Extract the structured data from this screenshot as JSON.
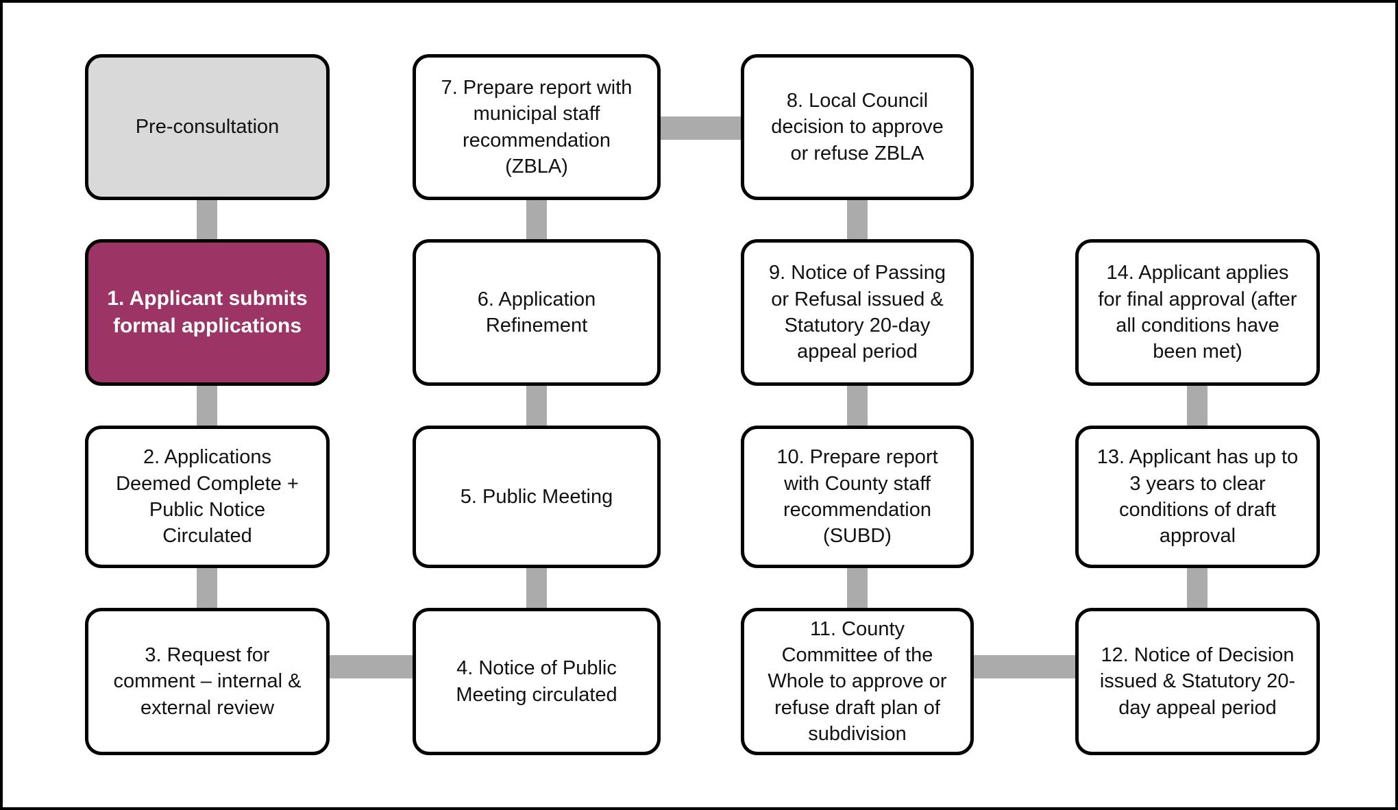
{
  "diagram": {
    "type": "flowchart",
    "description": "Planning application process flow: zoning by-law amendment (ZBLA) and plan of subdivision (SUBD) approval steps",
    "colors": {
      "background": "#FFFFFF",
      "frame_border": "#000000",
      "box_fill": "#FFFFFF",
      "box_border": "#000000",
      "pre_consultation_fill": "#D9D9D9",
      "highlight_fill": "#9C3465",
      "highlight_text": "#FFFFFF",
      "connector": "#ABABAB",
      "text": "#111111"
    },
    "boxes": [
      {
        "id": "pre",
        "label": "Pre-consultation",
        "style": "gray"
      },
      {
        "id": "1",
        "label": "1. Applicant submits formal applications",
        "style": "highlight"
      },
      {
        "id": "2",
        "label": "2. Applications Deemed Complete + Public Notice Circulated",
        "style": "default"
      },
      {
        "id": "3",
        "label": "3. Request for comment – internal & external review",
        "style": "default"
      },
      {
        "id": "4",
        "label": "4. Notice of Public Meeting circulated",
        "style": "default"
      },
      {
        "id": "5",
        "label": "5. Public Meeting",
        "style": "default"
      },
      {
        "id": "6",
        "label": "6. Application Refinement",
        "style": "default"
      },
      {
        "id": "7",
        "label": "7. Prepare report with municipal staff recommendation (ZBLA)",
        "style": "default"
      },
      {
        "id": "8",
        "label": "8. Local Council decision to approve or refuse ZBLA",
        "style": "default"
      },
      {
        "id": "9",
        "label": "9. Notice of Passing or Refusal issued & Statutory 20-day appeal period",
        "style": "default"
      },
      {
        "id": "10",
        "label": "10. Prepare report with County staff recommendation (SUBD)",
        "style": "default"
      },
      {
        "id": "11",
        "label": "11. County Committee of the Whole to approve or refuse draft plan of subdivision",
        "style": "default"
      },
      {
        "id": "12",
        "label": "12. Notice of Decision issued & Statutory 20-day appeal period",
        "style": "default"
      },
      {
        "id": "13",
        "label": "13. Applicant has up to 3 years to clear conditions of draft approval",
        "style": "default"
      },
      {
        "id": "14",
        "label": "14. Applicant applies for final approval (after all conditions have been met)",
        "style": "default"
      }
    ],
    "connectors": [
      {
        "from": "pre",
        "to": "1",
        "orientation": "vertical"
      },
      {
        "from": "1",
        "to": "2",
        "orientation": "vertical"
      },
      {
        "from": "2",
        "to": "3",
        "orientation": "vertical"
      },
      {
        "from": "3",
        "to": "4",
        "orientation": "horizontal"
      },
      {
        "from": "4",
        "to": "5",
        "orientation": "vertical"
      },
      {
        "from": "5",
        "to": "6",
        "orientation": "vertical"
      },
      {
        "from": "6",
        "to": "7",
        "orientation": "vertical"
      },
      {
        "from": "7",
        "to": "8",
        "orientation": "horizontal"
      },
      {
        "from": "8",
        "to": "9",
        "orientation": "vertical"
      },
      {
        "from": "9",
        "to": "10",
        "orientation": "vertical"
      },
      {
        "from": "10",
        "to": "11",
        "orientation": "vertical"
      },
      {
        "from": "11",
        "to": "12",
        "orientation": "horizontal"
      },
      {
        "from": "12",
        "to": "13",
        "orientation": "vertical"
      },
      {
        "from": "13",
        "to": "14",
        "orientation": "vertical"
      }
    ]
  }
}
